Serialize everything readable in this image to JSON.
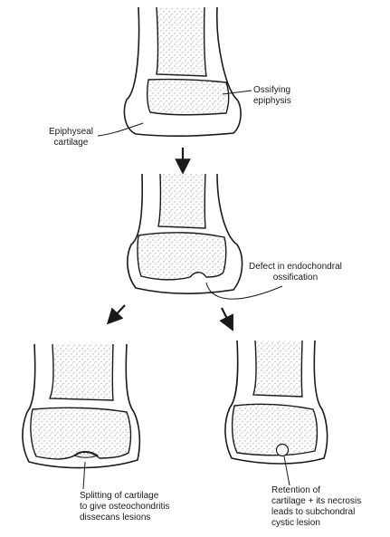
{
  "labels": {
    "ossifying_epiphysis": "Ossifying\nepiphysis",
    "epiphyseal_cartilage": "Epiphyseal\ncartilage",
    "defect": "Defect in endochondral\nossification",
    "splitting": "Splitting of cartilage\nto give osteochondritis\ndissecans lesions",
    "retention": "Retention  of\ncartilage + its necrosis\nleads to subchondral\ncystic lesion"
  },
  "colors": {
    "line": "#1a1a1a",
    "stipple": "#555555",
    "background": "#ffffff"
  }
}
